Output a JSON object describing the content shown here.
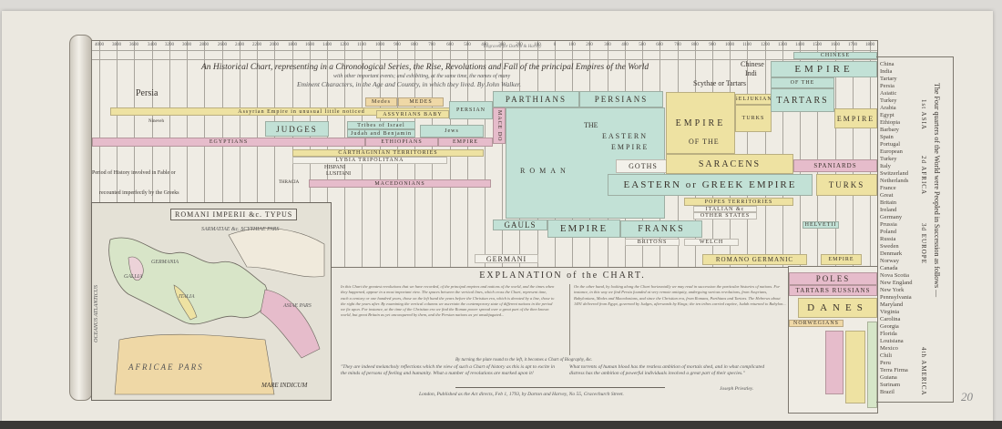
{
  "header": {
    "engraver_note": "Engraved for Darton & Harvey",
    "title": "An Historical Chart, representing in a Chronological Series, the Rise, Revolutions and Fall of the principal Empires of the World",
    "subtitle": "with other important events; and exhibiting, at the same time, the names of many",
    "subtitle2": "Eminent Characters, in the Age and Country, in which they lived. By John Walker."
  },
  "timeline_years": [
    "4000",
    "3800",
    "3600",
    "3400",
    "3200",
    "3000",
    "2800",
    "2600",
    "2400",
    "2200",
    "2000",
    "1800",
    "1600",
    "1400",
    "1200",
    "1100",
    "1000",
    "900",
    "800",
    "700",
    "600",
    "500",
    "400",
    "300",
    "200",
    "100",
    "0",
    "100",
    "200",
    "300",
    "400",
    "500",
    "600",
    "700",
    "800",
    "900",
    "1000",
    "1100",
    "1200",
    "1300",
    "1400",
    "1500",
    "1600",
    "1700",
    "1800"
  ],
  "bands": {
    "persia": "Persia",
    "assyrian": "Assyrian Empire in unusual little noticed",
    "nineveh": "Nineveh",
    "medes_small": "Medes",
    "medes": "MEDES",
    "assyrians": "ASSYRIANS BABY",
    "persian": "PERSIAN",
    "judges": "JUDGES",
    "israel": "Tribes of Israel",
    "judah": "Judah and Benjamin",
    "jews": "Jews",
    "egyptians": "EGYPTIANS",
    "ethiopians": "ETHIOPIANS",
    "empire_mid": "EMPIRE",
    "carthaginian": "CARTHAGINIAN TERRITORIES",
    "lybia": "LYBIA TRIPOLITANA",
    "hispani": "HISPANI",
    "lusitani": "LUSITANI",
    "thracia": "THRACIA",
    "macedonians": "MACEDONIANS",
    "fable1": "Period of History involved in Fable or",
    "fable2": "recounted imperfectly by the Greeks",
    "parthians": "PARTHIANS",
    "persians": "PERSIANS",
    "mace": "MACE DO",
    "the": "THE",
    "eastern": "EASTERN",
    "empire_e": "EMPIRE",
    "roman": "ROMAN",
    "goths": "GOTHS",
    "eastern_greek": "EASTERN or GREEK EMPIRE",
    "empire_saracen": "EMPIRE",
    "of_the": "OF THE",
    "saracens": "SARACENS",
    "seljukian": "SELJUKIAN",
    "turks_small": "TURKS",
    "chinese": "CHINESE",
    "empire_chinese": "EMPIRE",
    "of_the2": "OF THE",
    "tartars": "TARTARS",
    "empire_right": "EMPIRE",
    "spaniards": "SPANIARDS",
    "turks": "TURKS",
    "popes": "POPES TERRITORIES",
    "italian": "ITALIAN &c",
    "other_states": "OTHER STATES",
    "helvetii": "HELVETII",
    "gauls": "GAULS",
    "empire_franks": "EMPIRE",
    "franks": "FRANKS",
    "britons": "BRITONS",
    "welch": "WELCH",
    "germani": "GERMANI",
    "romano_germanic": "ROMANO GERMANIC",
    "empire_rg": "EMPIRE",
    "poles": "POLES",
    "tartars_russians": "TARTARS RUSSIANS",
    "danes": "DANES",
    "norwegians": "NORWEGIANS",
    "chinese_top": "Chinese",
    "indi": "Indi",
    "scythae": "Scythae or Tartars"
  },
  "map": {
    "title": "ROMANI IMPERII &c. TYPUS",
    "sarmatiae": "SARMATIAE &c. SCYTHIAE PARS",
    "germania": "GERMANIA",
    "gallia": "GALLIA",
    "italia": "ITALIA",
    "africae": "AFRICAE PARS",
    "asiae": "ASIAE PARS",
    "mare_indicum": "MARE INDICUM",
    "oceanus": "OCEANUS ATLANTICUS"
  },
  "explanation": {
    "heading": "EXPLANATION of the CHART.",
    "col1": "In this Chart the greatest revolutions that we have recorded, of the principal empires and nations of the world, and the times when they happened, appear in a most important view. The spaces between the vertical lines, which cross the Chart, represent time, each a century or one hundred years, those on the left hand the years before the Christian era, which is denoted by a line, those to the right the years after. By examining the vertical columns we ascertain the contemporary state of different nations in the period we fix upon. For instance, at the time of the Christian era we find the Roman power spread over a great part of the then known world, but great Britain as yet unconquered by them, and the Persian nations as yet unsubjugated...",
    "col2": "On the other hand, by looking along the Chart horizontally we may read in succession the particular histories of nations. For instance, in this way we find Persia founded at very remote antiquity, undergoing various revolutions, from Assyrians, Babylonians, Medes and Macedonians, and since the Christian era, from Romans, Parthians and Tartars. The Hebrews about 1491 delivered from Egypt, governed by Judges, afterwards by Kings; the ten tribes carried captive, Judah returned to Babylon...",
    "bridge": "By turning the plate round to the left, it becomes a Chart of Biography, &c.",
    "quote1": "\"They are indeed melancholy reflections which the view of such a Chart of history as this is apt to excite in the minds of persons of feeling and humanity. What a number of revolutions are marked upon it!",
    "quote2": "What torrents of human blood has the restless ambition of mortals shed, and in what complicated distress has the ambition of powerful individuals involved a great part of their species.\"",
    "attribution": "Joseph Priestley.",
    "imprint": "London, Published as the Act directs, Feb 1, 1793, by Darton and Harvey, No 55, Gracechurch Street."
  },
  "legend": {
    "heading": "The Four quarters of the World were Peopled in Succession as follows —",
    "quarters": [
      "1st ASIA",
      "2d AFRICA",
      "3d EUROPE",
      "4th AMERICA"
    ],
    "countries": [
      "China",
      "India",
      "Tartary",
      "Persia",
      "Asiatic",
      "Turkey",
      "Arabia",
      "Egypt",
      "Ethiopia",
      "Barbary",
      "Spain",
      "Portugal",
      "European",
      "Turkey",
      "Italy",
      "Switzerland",
      "Netherlands",
      "France",
      "Great",
      "Britain",
      "Ireland",
      "Germany",
      "Prussia",
      "Poland",
      "Russia",
      "Sweden",
      "Denmark",
      "Norway",
      "Canada",
      "Nova Scotia",
      "New England",
      "New York",
      "Pennsylvania",
      "Maryland",
      "Virginia",
      "Carolina",
      "Georgia",
      "Florida",
      "Louisiana",
      "Mexico",
      "Chili",
      "Peru",
      "Terra Firma",
      "Guiana",
      "Surinam",
      "Brazil"
    ]
  },
  "page_number": "20",
  "colors": {
    "yellow": "#eee2a2",
    "blue": "#c2e1d6",
    "pink": "#e6bccb",
    "tan": "#efd8a6",
    "paper": "#ebe8e0"
  }
}
